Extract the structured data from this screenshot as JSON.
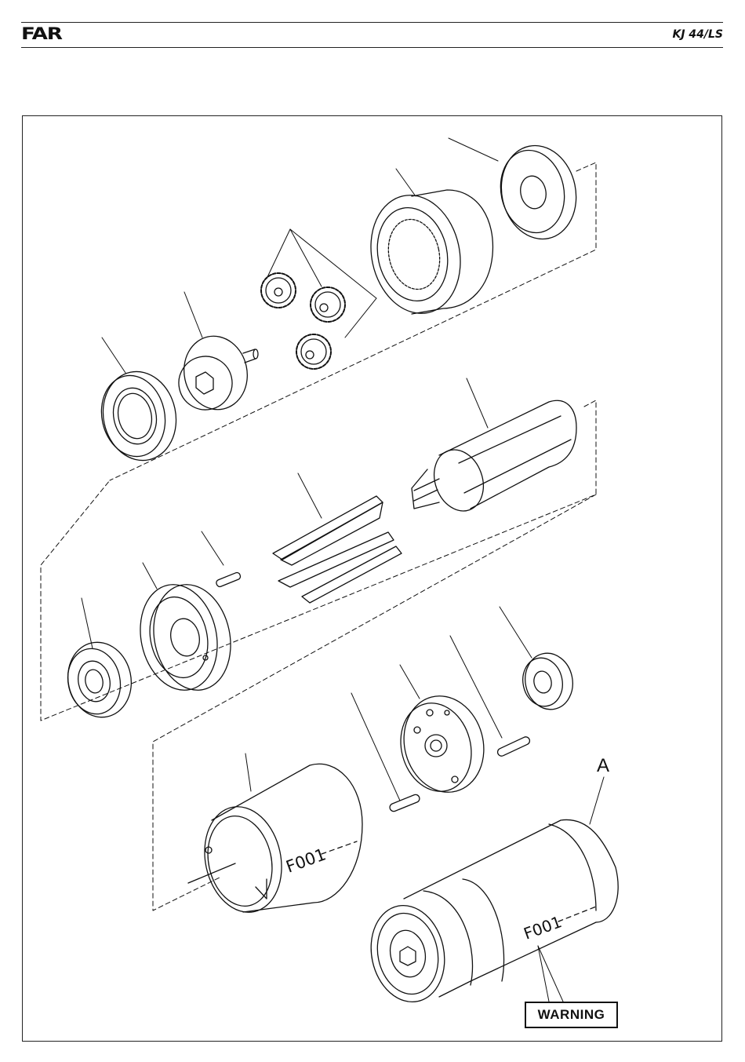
{
  "header": {
    "brand": "FAR",
    "model": "KJ 44/LS"
  },
  "figure": {
    "label_a": "A",
    "marking_1": "F001",
    "marking_2": "F001",
    "warning_label": "WARNING"
  }
}
